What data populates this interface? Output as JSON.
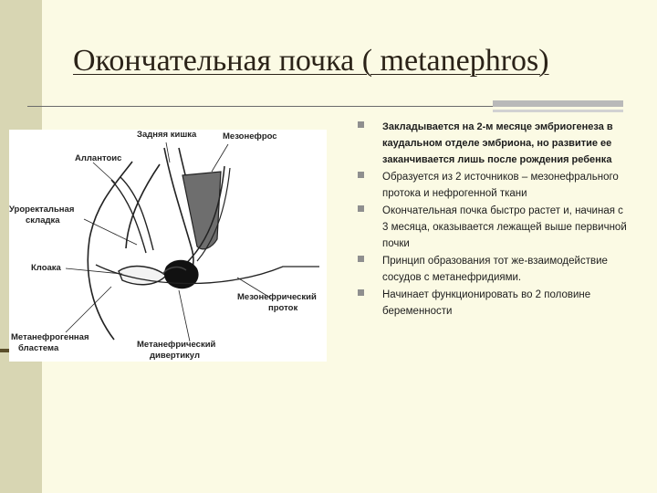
{
  "slide": {
    "title": "Окончательная почка ( metanephros)",
    "colors": {
      "background": "#fbfae4",
      "left_bar": "#d8d6b3",
      "bullet": "#8f8f8f"
    }
  },
  "figure": {
    "labels": {
      "hindgut": "Задняя кишка",
      "mesonephros": "Мезонефрос",
      "allantois": "Аллантоис",
      "urorectal_fold_1": "Уроректальная",
      "urorectal_fold_2": "складка",
      "cloaca": "Клоака",
      "mesonephric_duct_1": "Мезонефрический",
      "mesonephric_duct_2": "проток",
      "metanephrogenic_blastema_1": "Метанефрогенная",
      "metanephrogenic_blastema_2": "бластема",
      "metanephric_diverticulum_1": "Метанефрический",
      "metanephric_diverticulum_2": "дивертикул"
    }
  },
  "bullets": [
    {
      "text": "Закладывается на 2-м месяце эмбриогенеза в каудальном отделе эмбриона, но развитие ее заканчивается лишь после рождения ребенка"
    },
    {
      "text": "Образуется из 2 источников – мезонефрального протока и нефрогенной ткани"
    },
    {
      "text": "Окончательная почка быстро растет и, начиная с 3 месяца, оказывается лежащей выше первичной почки"
    },
    {
      "text": "Принцип образования тот же-взаимодействие сосудов с метанефридиями."
    },
    {
      "text": "Начинает функционировать во 2 половине беременности"
    }
  ]
}
